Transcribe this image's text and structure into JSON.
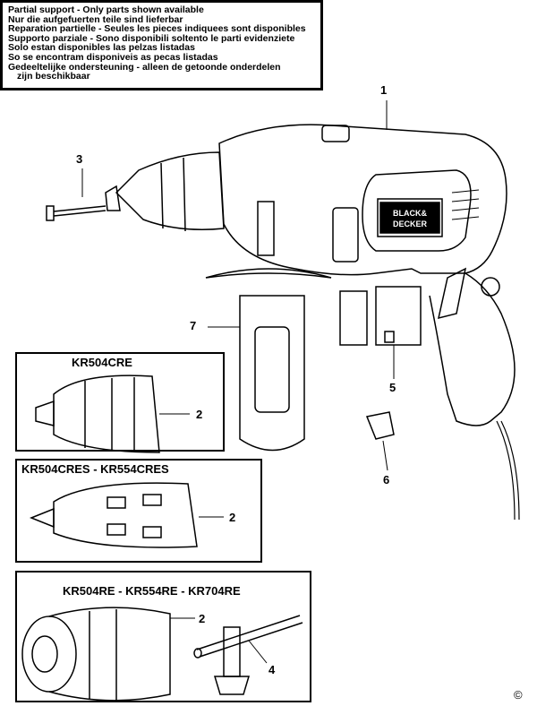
{
  "notice": {
    "lines": [
      "Partial support - Only parts shown available",
      "Nur die aufgefuerten teile sind lieferbar",
      "Reparation partielle - Seules les pieces indiquees sont disponibles",
      "Supporto parziale - Sono disponibili soltento le parti evidenziete",
      "Solo estan disponibles las pelzas listadas",
      "So se encontram disponiveis as pecas listadas",
      "Gedeeltelijke ondersteuning - alleen de getoonde onderdelen",
      "zijn beschikbaar"
    ]
  },
  "brand_logo": "BLACK & DECKER",
  "callouts": {
    "drill_body": "1",
    "chuck_cre": "2",
    "chuck_cres": "2",
    "chuck_re": "2",
    "screw": "3",
    "chuck_key": "4",
    "switch": "5",
    "switch_clip": "6",
    "side_handle": "7"
  },
  "variants": {
    "cre": "KR504CRE",
    "cres": "KR504CRES - KR554CRES",
    "re": "KR504RE - KR554RE - KR704RE"
  },
  "copyright": "©"
}
